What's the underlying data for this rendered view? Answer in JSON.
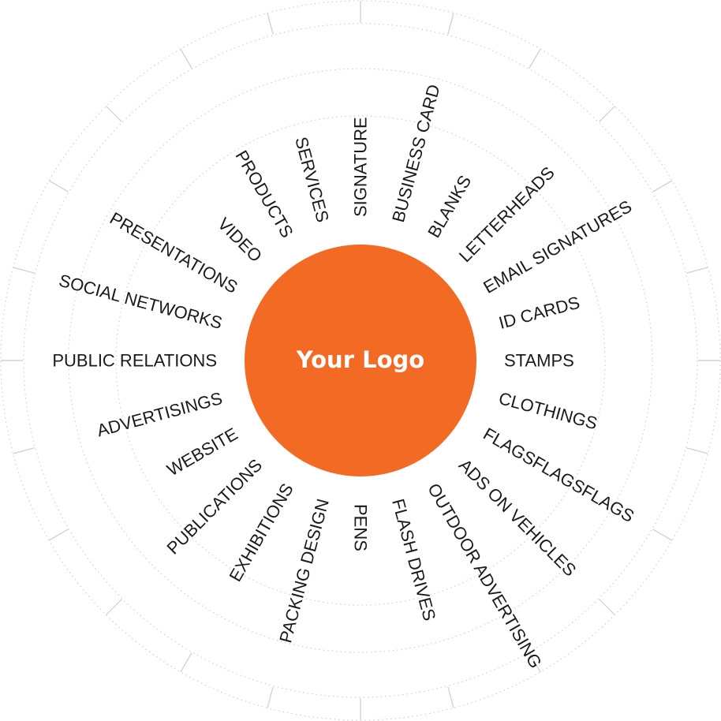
{
  "logo": {
    "text": "Your Logo",
    "color": "#f26a23"
  },
  "ring_color": "#cfcfcf",
  "spokes": [
    {
      "label": "STAMPS",
      "angle_deg": 0
    },
    {
      "label": "CLOTHINGS",
      "angle_deg": 15
    },
    {
      "label": "FLAGSFLAGSFLAGS",
      "angle_deg": 30
    },
    {
      "label": "ADS ON VEHICLES",
      "angle_deg": 45
    },
    {
      "label": "OUTDOOR ADVERTISING",
      "angle_deg": 60
    },
    {
      "label": "FLASH DRIVES",
      "angle_deg": 75
    },
    {
      "label": "PENS",
      "angle_deg": 90
    },
    {
      "label": "PACKING DESIGN",
      "angle_deg": 105
    },
    {
      "label": "EXHIBITIONS",
      "angle_deg": 120
    },
    {
      "label": "PUBLICATIONS",
      "angle_deg": 135
    },
    {
      "label": "WEBSITE",
      "angle_deg": 150
    },
    {
      "label": "ADVERTISINGS",
      "angle_deg": 165
    },
    {
      "label": "PUBLIC RELATIONS",
      "angle_deg": 180
    },
    {
      "label": "SOCIAL NETWORKS",
      "angle_deg": 195
    },
    {
      "label": "PRESENTATIONS",
      "angle_deg": 210
    },
    {
      "label": "VIDEO",
      "angle_deg": 225
    },
    {
      "label": "PRODUCTS",
      "angle_deg": 240
    },
    {
      "label": "SERVICES",
      "angle_deg": 255
    },
    {
      "label": "SIGNATURE",
      "angle_deg": 270
    },
    {
      "label": "BUSINESS CARD",
      "angle_deg": 285
    },
    {
      "label": "BLANKS",
      "angle_deg": 300
    },
    {
      "label": "LETTERHEADS",
      "angle_deg": 315
    },
    {
      "label": "EMAIL SIGNATURES",
      "angle_deg": 330
    },
    {
      "label": "ID CARDS",
      "angle_deg": 345
    }
  ]
}
